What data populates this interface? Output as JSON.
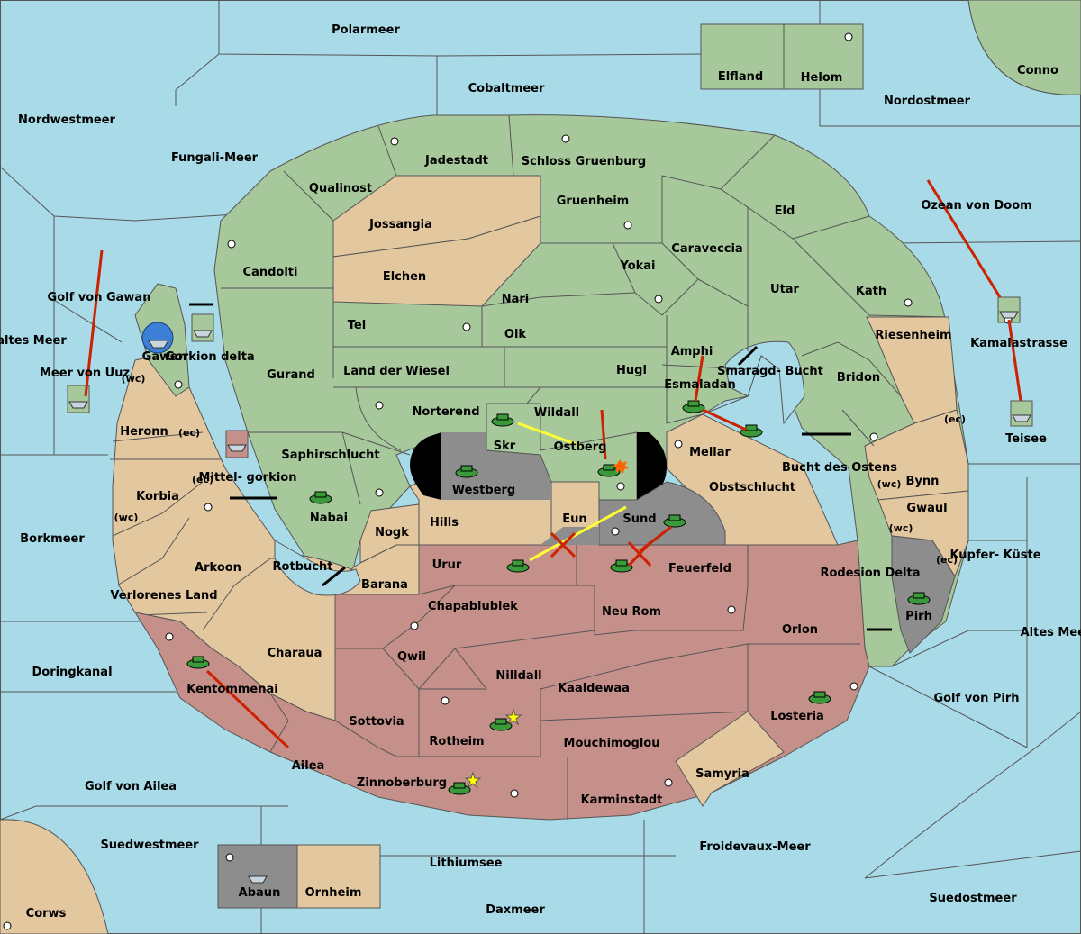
{
  "colors": {
    "sea": "#a8dbe7",
    "green": "#a7c89a",
    "tan": "#e3c79f",
    "red": "#c6908a",
    "gray": "#8d8d8d",
    "black": "#000000",
    "red_arrow": "#cc2200",
    "yellow_arrow": "#ffff33"
  },
  "seas": {
    "polarmeer": "Polarmeer",
    "cobaltmeer": "Cobaltmeer",
    "nordwestmeer": "Nordwestmeer",
    "fungali": "Fungali-Meer",
    "nordostmeer": "Nordostmeer",
    "conno": "Conno",
    "ozean": "Ozean von Doom",
    "golf_gawan": "Golf von Gawan",
    "kaltes": "Kaltes Meer",
    "meer_uuz": "Meer von Uuz",
    "gorkion_delta": "Gorkion delta",
    "mittelgorkion": "Mittel- gorkion",
    "borkmeer": "Borkmeer",
    "rotbucht": "Rotbucht",
    "doringkanal": "Doringkanal",
    "golf_ailea": "Golf von Ailea",
    "suedwestmeer": "Suedwestmeer",
    "corws": "Corws",
    "lithiumsee": "Lithiumsee",
    "daxmeer": "Daxmeer",
    "froidevaux": "Froidevaux-Meer",
    "suedostmeer": "Suedostmeer",
    "golf_pirh": "Golf von Pirh",
    "altes": "Altes Meer",
    "kupfer": "Kupfer- Küste",
    "rodesion": "Rodesion Delta",
    "bucht_ostens": "Bucht des Ostens",
    "smaragd": "Smaragd- Bucht",
    "kamalastrasse": "Kamalastrasse"
  },
  "lands": {
    "elfland": "Elfland",
    "helom": "Helom",
    "jadestadt": "Jadestadt",
    "schloss": "Schloss Gruenburg",
    "qualinost": "Qualinost",
    "gruenheim": "Gruenheim",
    "eld": "Eld",
    "jossangia": "Jossangia",
    "caraveccia": "Caraveccia",
    "candolti": "Candolti",
    "elchen": "Elchen",
    "yokai": "Yokai",
    "utar": "Utar",
    "kath": "Kath",
    "nari": "Nari",
    "tel": "Tel",
    "olk": "Olk",
    "riesenheim": "Riesenheim",
    "amphi": "Amphi",
    "gurand": "Gurand",
    "land_wiesel": "Land der Wiesel",
    "hugl": "Hugl",
    "esmaladan": "Esmaladan",
    "bridon": "Bridon",
    "gawar": "Gawar",
    "teisee": "Teisee",
    "norterend": "Norterend",
    "wildall": "Wildall",
    "heronn": "Heronn",
    "skr": "Skr",
    "ostberg": "Ostberg",
    "mellar": "Mellar",
    "saphirschlucht": "Saphirschlucht",
    "westberg": "Westberg",
    "obstschlucht": "Obstschlucht",
    "bynn": "Bynn",
    "korbia": "Korbia",
    "nabai": "Nabai",
    "gwaul": "Gwaul",
    "hills": "Hills",
    "eun": "Eun",
    "sund": "Sund",
    "nogk": "Nogk",
    "urur": "Urur",
    "feuerfeld": "Feuerfeld",
    "arkoon": "Arkoon",
    "barana": "Barana",
    "verlorenes": "Verlorenes Land",
    "chapablublek": "Chapablublek",
    "neu_rom": "Neu Rom",
    "pirh": "Pirh",
    "orlon": "Orlon",
    "qwil": "Qwil",
    "charaua": "Charaua",
    "nilldall": "Nilldall",
    "kaaldewaa": "Kaaldewaa",
    "kentommenai": "Kentommenai",
    "sottovia": "Sottovia",
    "losteria": "Losteria",
    "rotheim": "Rotheim",
    "mouchimoglou": "Mouchimoglou",
    "ailea": "Ailea",
    "samyria": "Samyria",
    "zinnoberburg": "Zinnoberburg",
    "karminstadt": "Karminstadt",
    "abaun": "Abaun",
    "ornheim": "Ornheim"
  },
  "coasts": {
    "wc": "(wc)",
    "ec": "(ec)"
  }
}
